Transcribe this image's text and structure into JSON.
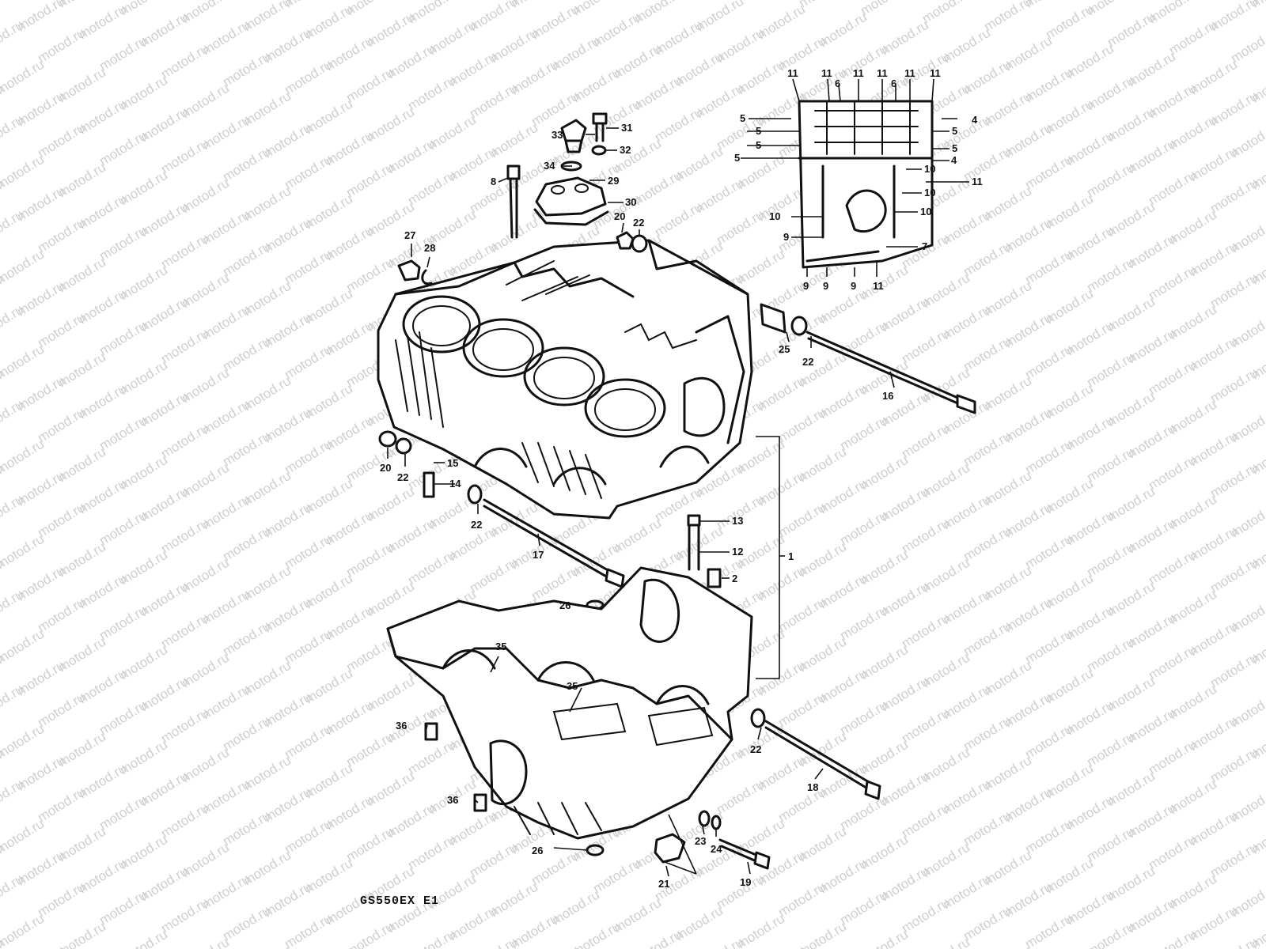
{
  "watermark": {
    "text": "motod.ru",
    "color": "#cfcfcf"
  },
  "diagram": {
    "caption": "GS550EX  E1",
    "callouts": [
      {
        "id": "c1",
        "text": "1"
      },
      {
        "id": "c2",
        "text": "2"
      },
      {
        "id": "c4a",
        "text": "4"
      },
      {
        "id": "c4b",
        "text": "4"
      },
      {
        "id": "c5a",
        "text": "5"
      },
      {
        "id": "c5b",
        "text": "5"
      },
      {
        "id": "c5c",
        "text": "5"
      },
      {
        "id": "c5d",
        "text": "5"
      },
      {
        "id": "c5e",
        "text": "5"
      },
      {
        "id": "c5f",
        "text": "5"
      },
      {
        "id": "c6a",
        "text": "6"
      },
      {
        "id": "c6b",
        "text": "6"
      },
      {
        "id": "c7",
        "text": "7"
      },
      {
        "id": "c8",
        "text": "8"
      },
      {
        "id": "c9a",
        "text": "9"
      },
      {
        "id": "c9b",
        "text": "9"
      },
      {
        "id": "c9c",
        "text": "9"
      },
      {
        "id": "c9d",
        "text": "9"
      },
      {
        "id": "c10a",
        "text": "10"
      },
      {
        "id": "c10b",
        "text": "10"
      },
      {
        "id": "c10c",
        "text": "10"
      },
      {
        "id": "c10d",
        "text": "10"
      },
      {
        "id": "c11a",
        "text": "11"
      },
      {
        "id": "c11b",
        "text": "11"
      },
      {
        "id": "c11c",
        "text": "11"
      },
      {
        "id": "c11d",
        "text": "11"
      },
      {
        "id": "c11e",
        "text": "11"
      },
      {
        "id": "c11f",
        "text": "11"
      },
      {
        "id": "c11g",
        "text": "11"
      },
      {
        "id": "c11h",
        "text": "11"
      },
      {
        "id": "c12",
        "text": "12"
      },
      {
        "id": "c13",
        "text": "13"
      },
      {
        "id": "c14",
        "text": "14"
      },
      {
        "id": "c15",
        "text": "15"
      },
      {
        "id": "c16",
        "text": "16"
      },
      {
        "id": "c17",
        "text": "17"
      },
      {
        "id": "c18",
        "text": "18"
      },
      {
        "id": "c19",
        "text": "19"
      },
      {
        "id": "c20a",
        "text": "20"
      },
      {
        "id": "c20b",
        "text": "20"
      },
      {
        "id": "c21",
        "text": "21"
      },
      {
        "id": "c22a",
        "text": "22"
      },
      {
        "id": "c22b",
        "text": "22"
      },
      {
        "id": "c22c",
        "text": "22"
      },
      {
        "id": "c22d",
        "text": "22"
      },
      {
        "id": "c22e",
        "text": "22"
      },
      {
        "id": "c23",
        "text": "23"
      },
      {
        "id": "c24",
        "text": "24"
      },
      {
        "id": "c25",
        "text": "25"
      },
      {
        "id": "c26a",
        "text": "26"
      },
      {
        "id": "c26b",
        "text": "26"
      },
      {
        "id": "c27",
        "text": "27"
      },
      {
        "id": "c28",
        "text": "28"
      },
      {
        "id": "c29",
        "text": "29"
      },
      {
        "id": "c30",
        "text": "30"
      },
      {
        "id": "c31",
        "text": "31"
      },
      {
        "id": "c32",
        "text": "32"
      },
      {
        "id": "c33",
        "text": "33"
      },
      {
        "id": "c34",
        "text": "34"
      },
      {
        "id": "c35a",
        "text": "35"
      },
      {
        "id": "c35b",
        "text": "35"
      },
      {
        "id": "c36a",
        "text": "36"
      },
      {
        "id": "c36b",
        "text": "36"
      }
    ]
  }
}
